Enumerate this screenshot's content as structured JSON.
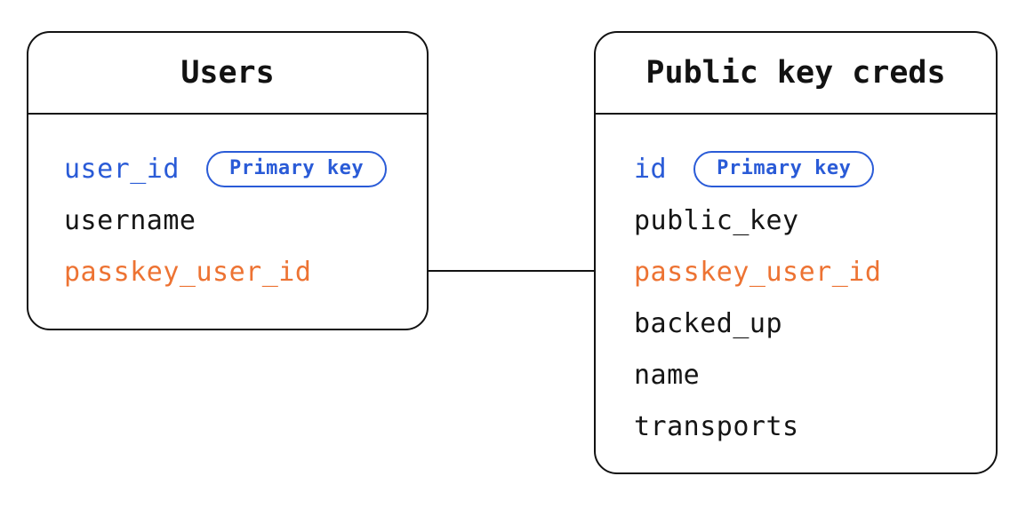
{
  "diagram": {
    "type": "entity-relationship",
    "background": "#ffffff",
    "colors": {
      "border": "#121212",
      "text": "#151515",
      "primary_key_blue": "#2a5bd7",
      "foreign_key_orange": "#ed7333"
    },
    "tables": [
      {
        "title": "Users",
        "fields": [
          {
            "name": "user_id",
            "role": "primary-key",
            "badge": "Primary key"
          },
          {
            "name": "username",
            "role": "attribute"
          },
          {
            "name": "passkey_user_id",
            "role": "foreign-key"
          }
        ]
      },
      {
        "title": "Public key creds",
        "fields": [
          {
            "name": "id",
            "role": "primary-key",
            "badge": "Primary key"
          },
          {
            "name": "public_key",
            "role": "attribute"
          },
          {
            "name": "passkey_user_id",
            "role": "foreign-key"
          },
          {
            "name": "backed_up",
            "role": "attribute"
          },
          {
            "name": "name",
            "role": "attribute"
          },
          {
            "name": "transports",
            "role": "attribute"
          }
        ]
      }
    ],
    "relationship": {
      "from": "Users.passkey_user_id",
      "to": "Public key creds.passkey_user_id",
      "style": "straight-line"
    }
  }
}
